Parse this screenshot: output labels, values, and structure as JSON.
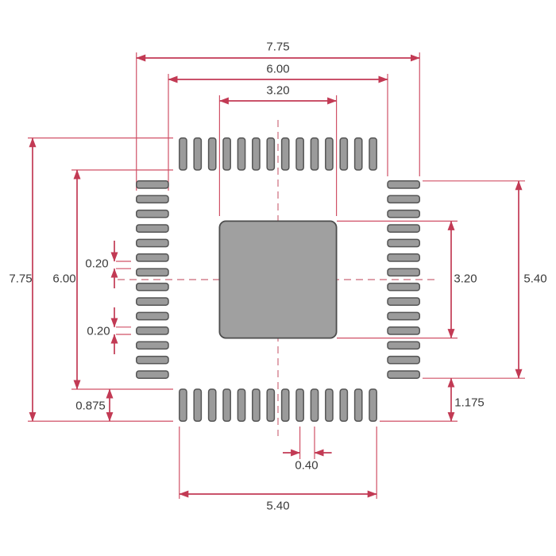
{
  "diagram": {
    "pads_per_side": 14,
    "colors": {
      "dimension": "#c23a54",
      "extension": "#d05066",
      "centerline": "#d4808e",
      "pad_fill": "#9b9b9b",
      "pad_border": "#555555",
      "thermal_fill": "#a0a0a0",
      "thermal_border": "#4c4c4c",
      "label_text": "#3b3b3b",
      "background": "#ffffff"
    }
  },
  "dimensions": {
    "top_overall": "7.75",
    "top_pad_span": "6.00",
    "top_thermal": "3.20",
    "left_overall": "7.75",
    "left_pad_span": "6.00",
    "left_pad_gap": "0.20",
    "left_pad_width": "0.20",
    "left_pad_length": "0.875",
    "right_thermal": "3.20",
    "right_row_span": "5.40",
    "right_corner_offset": "1.175",
    "bottom_pitch": "0.40",
    "bottom_row_span": "5.40"
  }
}
